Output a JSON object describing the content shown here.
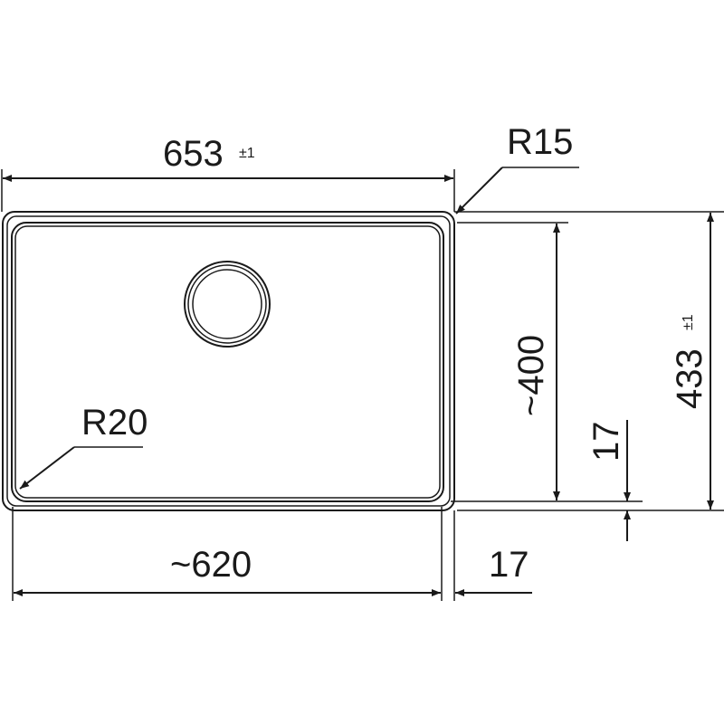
{
  "drawing": {
    "overall_width": {
      "value": "653",
      "tolerance": "±1"
    },
    "overall_height": {
      "value": "433",
      "tolerance": "±1"
    },
    "outer_radius": "R15",
    "inner_radius": "R20",
    "bowl_width": "~620",
    "bowl_height": "~400",
    "rim_bottom": "17",
    "rim_right": "17"
  }
}
